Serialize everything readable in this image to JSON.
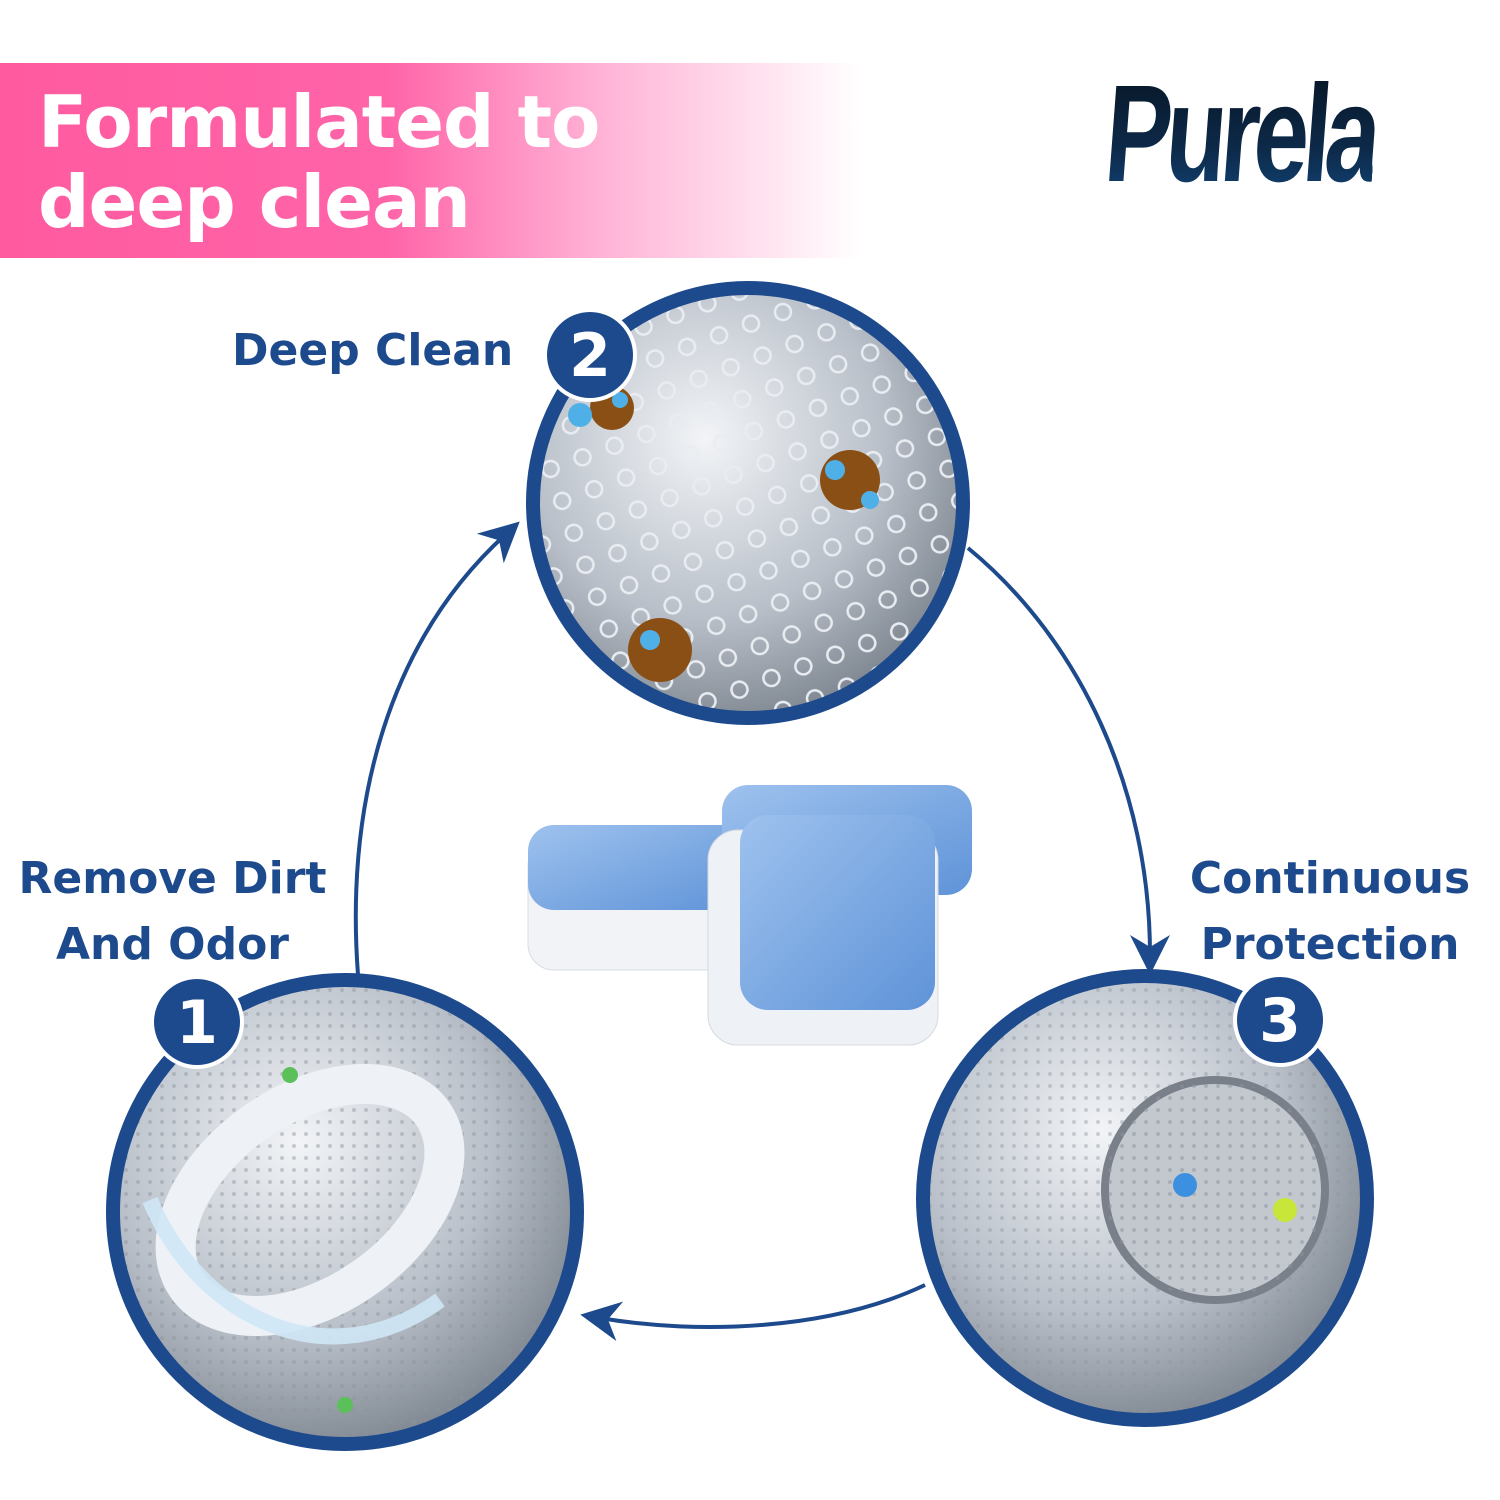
{
  "header": {
    "headline_line1": "Formulated to",
    "headline_line2": "deep clean"
  },
  "brand": {
    "logo": "Purela"
  },
  "steps": [
    {
      "number": "1",
      "label_line1": "Remove Dirt",
      "label_line2": "And Odor"
    },
    {
      "number": "2",
      "label_line1": "Deep Clean"
    },
    {
      "number": "3",
      "label_line1": "Continuous",
      "label_line2": "Protection"
    }
  ],
  "colors": {
    "accent_pink": "#ff5aa0",
    "brand_blue": "#1d4a8c"
  }
}
